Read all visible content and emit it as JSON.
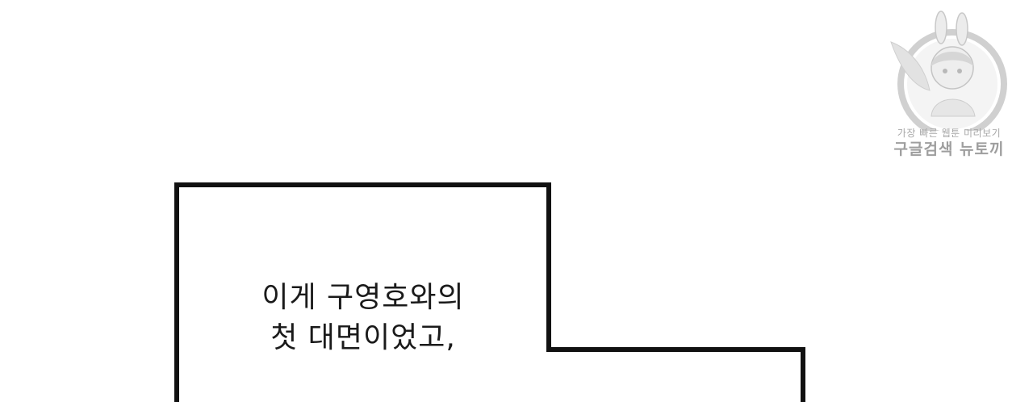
{
  "narration": {
    "line1": "이게 구영호와의",
    "line2": "첫 대면이었고,"
  },
  "watermark": {
    "small_text": "가장 빠른 웹툰 미리보기",
    "large_text": "구글검색 뉴토끼",
    "color": "#a8a8a8"
  },
  "colors": {
    "background": "#ffffff",
    "panel_border": "#111111",
    "text": "#1a1a1a"
  }
}
